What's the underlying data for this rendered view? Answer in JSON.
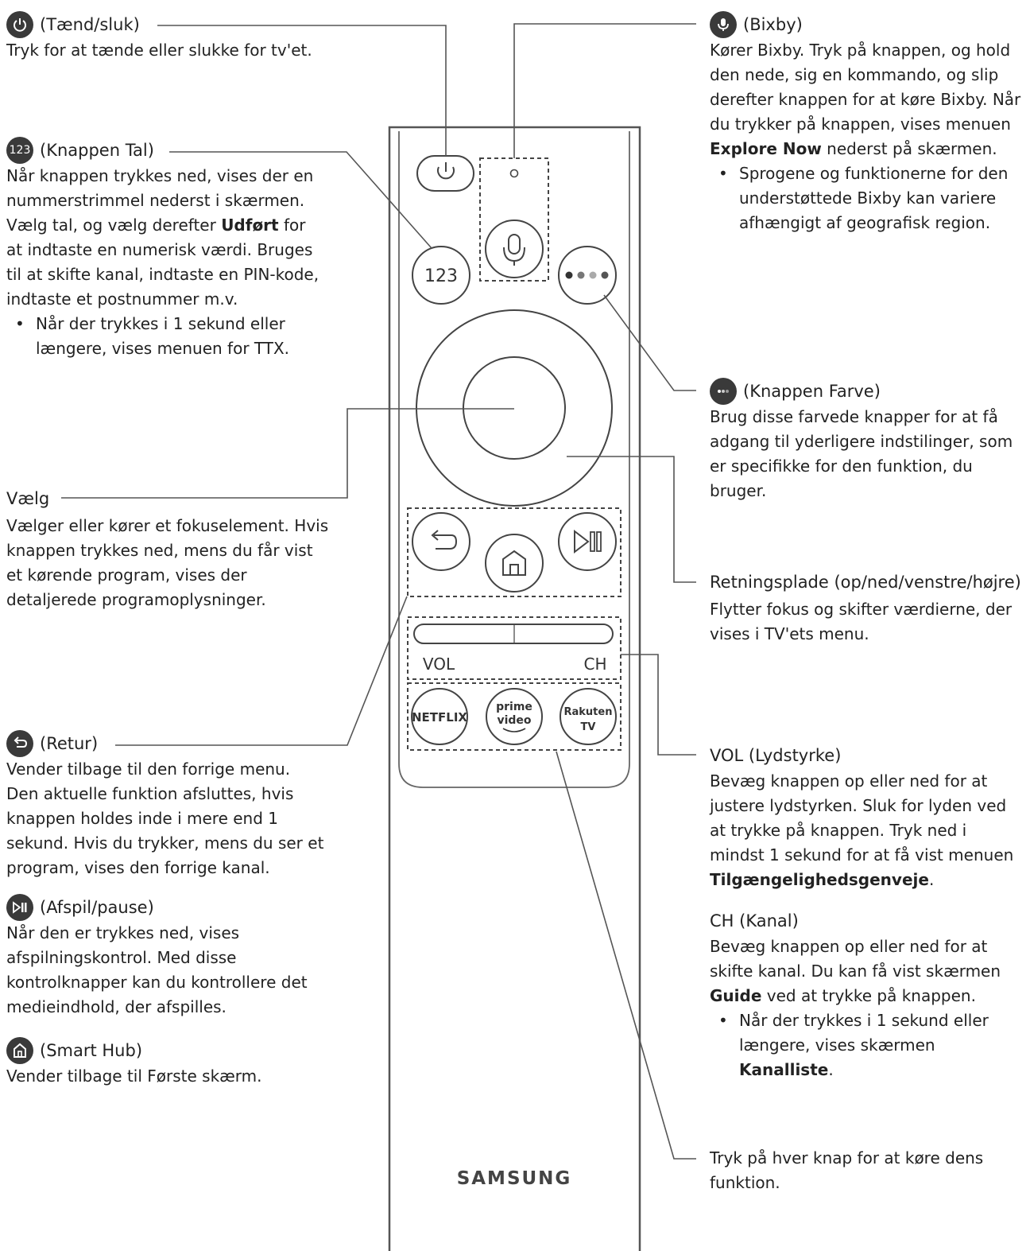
{
  "left": {
    "power": {
      "title": "(Tænd/sluk)",
      "desc": "Tryk for at tænde eller slukke for tv'et."
    },
    "number": {
      "icon_text": "123",
      "title": "(Knappen Tal)",
      "desc_1": "Når knappen trykkes ned, vises der en nummerstrimmel nederst i skærmen. Vælg tal, og vælg derefter ",
      "desc_bold": "Udført",
      "desc_2": " for at indtaste en numerisk værdi. Bruges til at skifte kanal, indtaste en PIN-kode, indtaste et postnummer m.v.",
      "bullet": "Når der trykkes i 1 sekund eller længere, vises menuen for TTX."
    },
    "select": {
      "title": "Vælg",
      "desc": "Vælger eller kører et fokuselement. Hvis knappen trykkes ned, mens du får vist et kørende program, vises der detaljerede programoplysninger."
    },
    "return": {
      "title": "(Retur)",
      "desc": "Vender tilbage til den forrige menu. Den aktuelle funktion afsluttes, hvis knappen holdes inde i mere end 1 sekund. Hvis du trykker, mens du ser et program, vises den forrige kanal."
    },
    "playpause": {
      "title": "(Afspil/pause)",
      "desc": "Når den er trykkes ned, vises afspilningskontrol. Med disse kontrolknapper kan du kontrollere det medieindhold, der afspilles."
    },
    "smarthub": {
      "title": "(Smart Hub)",
      "desc": "Vender tilbage til Første skærm."
    }
  },
  "right": {
    "bixby": {
      "title": "(Bixby)",
      "desc_1": "Kører Bixby. Tryk på knappen, og hold den nede, sig en kommando, og slip derefter knappen for at køre Bixby. Når du trykker på knappen, vises menuen ",
      "desc_bold": "Explore Now",
      "desc_2": " nederst på skærmen.",
      "bullet": "Sprogene og funktionerne for den understøttede Bixby kan variere afhængigt af geografisk region."
    },
    "color": {
      "title": "(Knappen Farve)",
      "desc": "Brug disse farvede knapper for at få adgang til yderligere indstilinger, som er specifikke for den funktion, du bruger."
    },
    "direction": {
      "title": "Retningsplade (op/ned/venstre/højre)",
      "desc": "Flytter fokus og skifter værdierne, der vises i TV'ets menu."
    },
    "vol": {
      "title": "VOL (Lydstyrke)",
      "desc_1": "Bevæg knappen op eller ned for at justere lydstyrken. Sluk for lyden ved at trykke på knappen. Tryk ned i mindst 1 sekund for at få vist menuen ",
      "desc_bold": "Tilgængelighedsgenveje",
      "desc_2": "."
    },
    "ch": {
      "title": "CH (Kanal)",
      "desc_1": "Bevæg knappen op eller ned for at skifte kanal. Du kan få vist skærmen ",
      "desc_bold": "Guide",
      "desc_2": " ved at trykke på knappen.",
      "bullet_1": "Når der trykkes i 1 sekund eller længere, vises skærmen ",
      "bullet_bold": "Kanalliste",
      "bullet_2": "."
    },
    "apps": {
      "desc": "Tryk på hver knap for at køre dens funktion."
    }
  },
  "remote": {
    "num_label": "123",
    "vol_label": "VOL",
    "ch_label": "CH",
    "netflix_label": "NETFLIX",
    "prime_line1": "prime",
    "prime_line2": "video",
    "rakuten_line1": "Rakuten",
    "rakuten_line2": "TV",
    "brand": "SAMSUNG"
  },
  "icons": {
    "power": "power-icon",
    "bixby": "microphone-icon",
    "color": "color-dots-icon",
    "return": "return-arrow-icon",
    "playpause": "play-pause-icon",
    "home": "home-icon"
  },
  "colors": {
    "icon_bg": "#3a3a3a",
    "line": "#555555",
    "text": "#222222"
  }
}
